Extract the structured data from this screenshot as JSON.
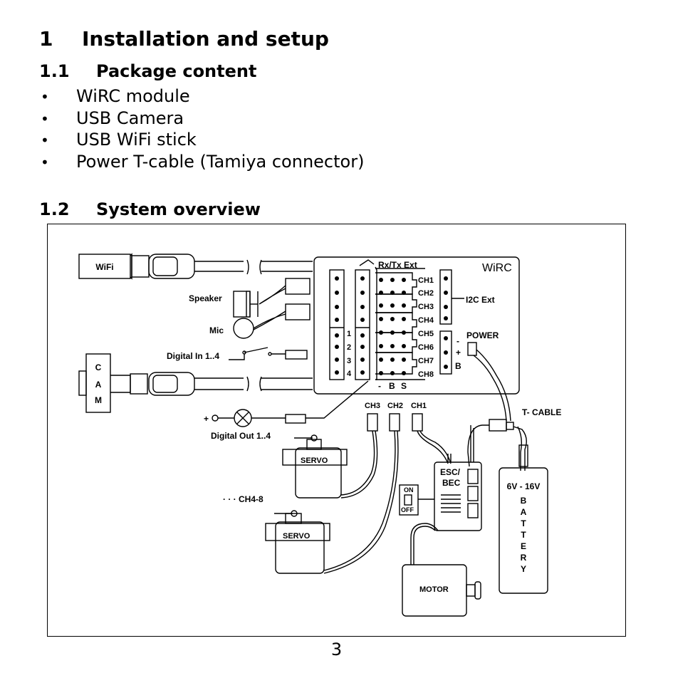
{
  "section": {
    "number": "1",
    "title": "Installation and setup"
  },
  "package": {
    "number": "1.1",
    "title": "Package content",
    "items": [
      "WiRC module",
      "USB Camera",
      "USB WiFi stick",
      "Power T-cable (Tamiya connector)"
    ]
  },
  "overview": {
    "number": "1.2",
    "title": "System overview"
  },
  "diagram": {
    "wifi": "WiFi",
    "cam": [
      "C",
      "A",
      "M"
    ],
    "speaker": "Speaker",
    "mic": "Mic",
    "digital_in": "Digital In 1..4",
    "digital_out": "Digital Out 1..4",
    "plus": "+",
    "wirc": "WiRC",
    "rxtx": "Rx/Tx Ext",
    "i2c": "I2C Ext",
    "power": "POWER",
    "power_pins": [
      "-",
      "+",
      "B"
    ],
    "channels": [
      "CH1",
      "CH2",
      "CH3",
      "CH4",
      "CH5",
      "CH6",
      "CH7",
      "CH8"
    ],
    "gpio_nums": [
      "1",
      "2",
      "3",
      "4"
    ],
    "bottom_pins": [
      "-",
      "B",
      "S"
    ],
    "connectors": [
      "CH3",
      "CH2",
      "CH1"
    ],
    "t_cable": "T- CABLE",
    "servo": "SERVO",
    "ch48": "·  ·  ·   CH4-8",
    "esc": [
      "ESC/",
      "BEC"
    ],
    "on": "ON",
    "off": "OFF",
    "battery_voltage": "6V - 16V",
    "battery_letters": [
      "B",
      "A",
      "T",
      "T",
      "E",
      "R",
      "Y"
    ],
    "motor": "MOTOR"
  },
  "page_number": "3"
}
